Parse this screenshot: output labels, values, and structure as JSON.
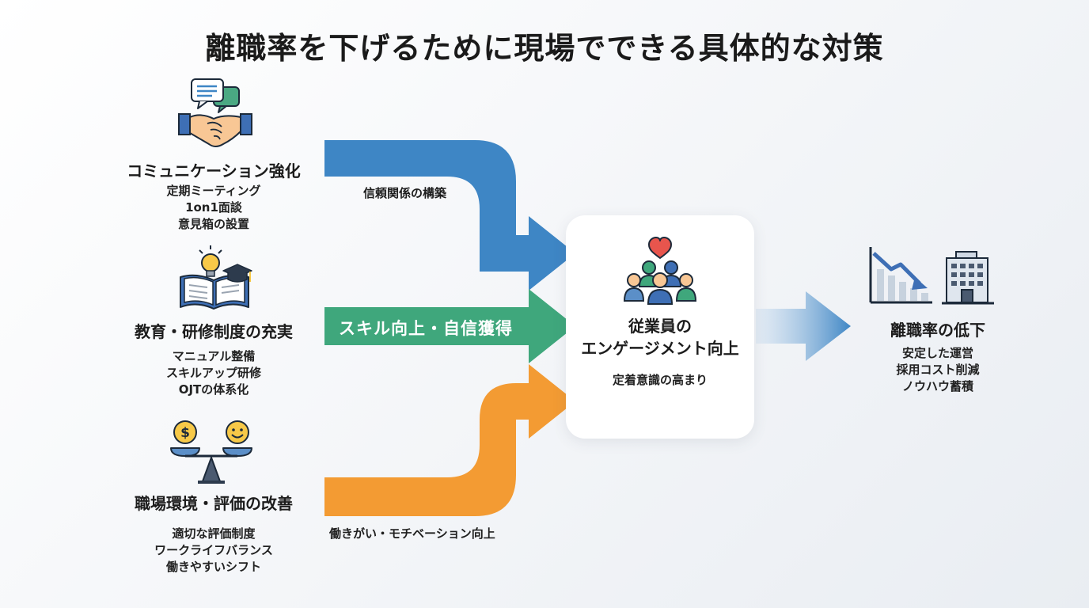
{
  "title": "離職率を下げるために現場でできる具体的な対策",
  "strategies": [
    {
      "title": "コミュニケーション強化",
      "items": [
        "定期ミーティング",
        "1on1面談",
        "意見箱の設置"
      ],
      "flow_label": "信頼関係の構築",
      "color": "#3e86c5",
      "icon": "handshake-chat-icon"
    },
    {
      "title": "教育・研修制度の充実",
      "items": [
        "マニュアル整備",
        "スキルアップ研修",
        "OJTの体系化"
      ],
      "flow_label": "スキル向上・自信獲得",
      "color": "#3fa77c",
      "icon": "book-idea-icon"
    },
    {
      "title": "職場環境・評価の改善",
      "items": [
        "適切な評価制度",
        "ワークライフバランス",
        "働きやすいシフト"
      ],
      "flow_label": "働きがい・モチベーション向上",
      "color": "#f39b33",
      "icon": "balance-scale-icon"
    }
  ],
  "center": {
    "title_line1": "従業員の",
    "title_line2": "エンゲージメント向上",
    "subtitle": "定着意識の高まり",
    "icon": "team-heart-icon"
  },
  "result": {
    "title": "離職率の低下",
    "items": [
      "安定した運営",
      "採用コスト削減",
      "ノウハウ蓄積"
    ],
    "icons": [
      "declining-chart-icon",
      "office-building-icon"
    ]
  },
  "colors": {
    "blue": "#3e86c5",
    "green": "#3fa77c",
    "orange": "#f39b33",
    "heart": "#e8554d"
  }
}
